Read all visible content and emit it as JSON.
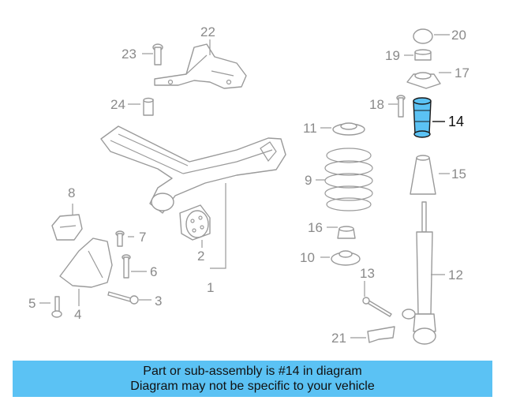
{
  "diagram": {
    "highlight_color": "#5bc2f4",
    "highlighted_part": "14",
    "callouts": [
      {
        "id": "c1",
        "text": "1"
      },
      {
        "id": "c2",
        "text": "2"
      },
      {
        "id": "c3",
        "text": "3"
      },
      {
        "id": "c4",
        "text": "4"
      },
      {
        "id": "c5",
        "text": "5"
      },
      {
        "id": "c6",
        "text": "6"
      },
      {
        "id": "c7",
        "text": "7"
      },
      {
        "id": "c8",
        "text": "8"
      },
      {
        "id": "c9",
        "text": "9"
      },
      {
        "id": "c10",
        "text": "10"
      },
      {
        "id": "c11",
        "text": "11"
      },
      {
        "id": "c12",
        "text": "12"
      },
      {
        "id": "c13",
        "text": "13"
      },
      {
        "id": "c14",
        "text": "14"
      },
      {
        "id": "c15",
        "text": "15"
      },
      {
        "id": "c16",
        "text": "16"
      },
      {
        "id": "c17",
        "text": "17"
      },
      {
        "id": "c18",
        "text": "18"
      },
      {
        "id": "c19",
        "text": "19"
      },
      {
        "id": "c20",
        "text": "20"
      },
      {
        "id": "c21",
        "text": "21"
      },
      {
        "id": "c22",
        "text": "22"
      },
      {
        "id": "c23",
        "text": "23"
      },
      {
        "id": "c24",
        "text": "24"
      }
    ]
  },
  "banner": {
    "line1": "Part or sub-assembly is #14 in diagram",
    "line2": "Diagram may not be specific to your vehicle",
    "background": "#5bc2f4"
  }
}
